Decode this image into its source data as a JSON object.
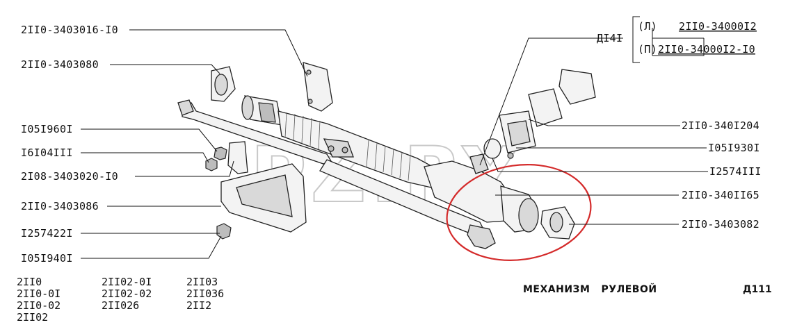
{
  "labels": {
    "l_2110_3403016_10": "2II0-3403016-I0",
    "l_2110_3403080": "2II0-3403080",
    "l_1051960": "I05I960I",
    "l_1610411": "I6I04III",
    "l_2108_3403020_10": "2I08-3403020-I0",
    "l_2110_3403086": "2II0-3403086",
    "l_1257421": "I257422I",
    "l_1051940": "I05I940I",
    "l_d141": "ДI4I",
    "l_left_mark": "(Л)",
    "l_left_pn": "2II0-34000I2",
    "l_right_mark": "(П)",
    "l_right_pn": "2II0-34000I2-I0",
    "l_2110_3401204": "2II0-340I204",
    "l_1051930": "I05I930I",
    "l_1257411": "I2574III",
    "l_2110_3401165": "2II0-340II65",
    "l_2110_3403082": "2II0-3403082"
  },
  "watermark": "PZ.RY",
  "models": {
    "col1": [
      "2II0",
      "2II0-0I",
      "2II0-02",
      "2II02"
    ],
    "col2": [
      "2II02-0I",
      "2II02-02",
      "2II026"
    ],
    "col3": [
      "2II03",
      "2II036",
      "2II2"
    ]
  },
  "title": "МЕХАНИЗМ   РУЛЕВОЙ",
  "code": "Д111",
  "colors": {
    "highlight": "#d42a2a",
    "ink": "#111111"
  }
}
